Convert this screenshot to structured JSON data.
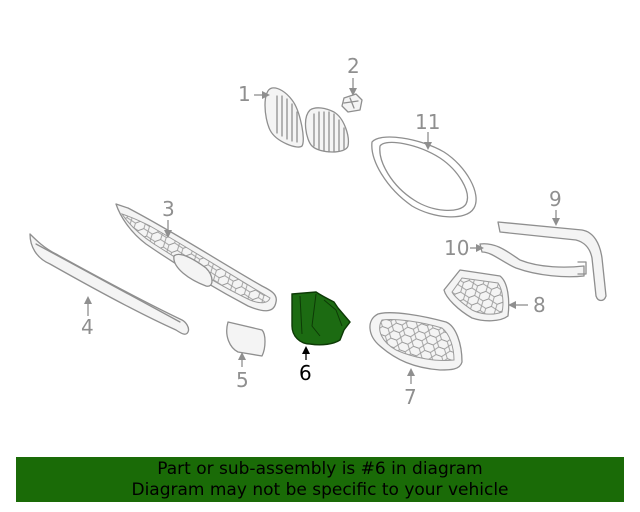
{
  "diagram": {
    "callouts": [
      "1",
      "2",
      "3",
      "4",
      "5",
      "6",
      "7",
      "8",
      "9",
      "10",
      "11"
    ],
    "highlighted_part": "6"
  },
  "colors": {
    "highlight_fill": "#1c6b12",
    "highlight_stroke": "#0d3a06",
    "line_gray": "#8f8f8f",
    "banner_bg": "#1a6b07",
    "banner_text": "#000000"
  },
  "banner": {
    "line1": "Part or sub-assembly is #6 in diagram",
    "line2": "Diagram may not be specific to your vehicle"
  }
}
